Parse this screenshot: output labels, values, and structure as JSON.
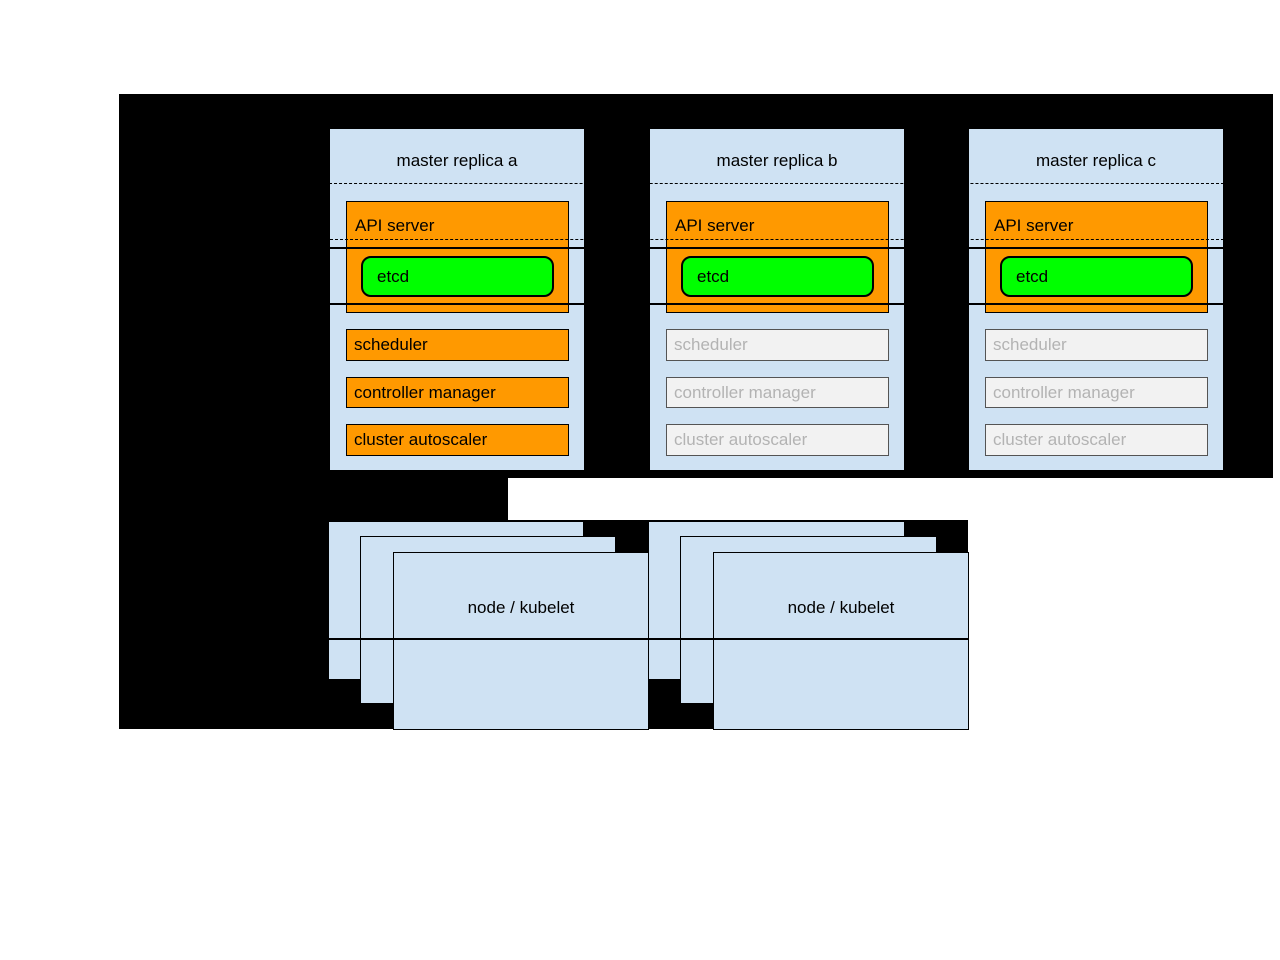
{
  "colors": {
    "backdrop_black": "#000000",
    "box_blue": "#cfe2f3",
    "active_orange": "#ff9900",
    "etcd_green": "#00ff00",
    "inactive_fill": "#f2f2f2",
    "inactive_border": "#545454",
    "inactive_text": "#b3b3b3",
    "border_black": "#000000"
  },
  "replicas": [
    {
      "title": "master replica a",
      "state": "active",
      "components": {
        "api_server": "API server",
        "etcd": "etcd",
        "scheduler": "scheduler",
        "controller_manager": "controller manager",
        "cluster_autoscaler": "cluster autoscaler"
      }
    },
    {
      "title": "master replica b",
      "state": "standby",
      "components": {
        "api_server": "API server",
        "etcd": "etcd",
        "scheduler": "scheduler",
        "controller_manager": "controller manager",
        "cluster_autoscaler": "cluster autoscaler"
      }
    },
    {
      "title": "master replica c",
      "state": "standby",
      "components": {
        "api_server": "API server",
        "etcd": "etcd",
        "scheduler": "scheduler",
        "controller_manager": "controller manager",
        "cluster_autoscaler": "cluster autoscaler"
      }
    }
  ],
  "nodes": [
    {
      "label": "node / kubelet"
    },
    {
      "label": "node / kubelet"
    }
  ]
}
